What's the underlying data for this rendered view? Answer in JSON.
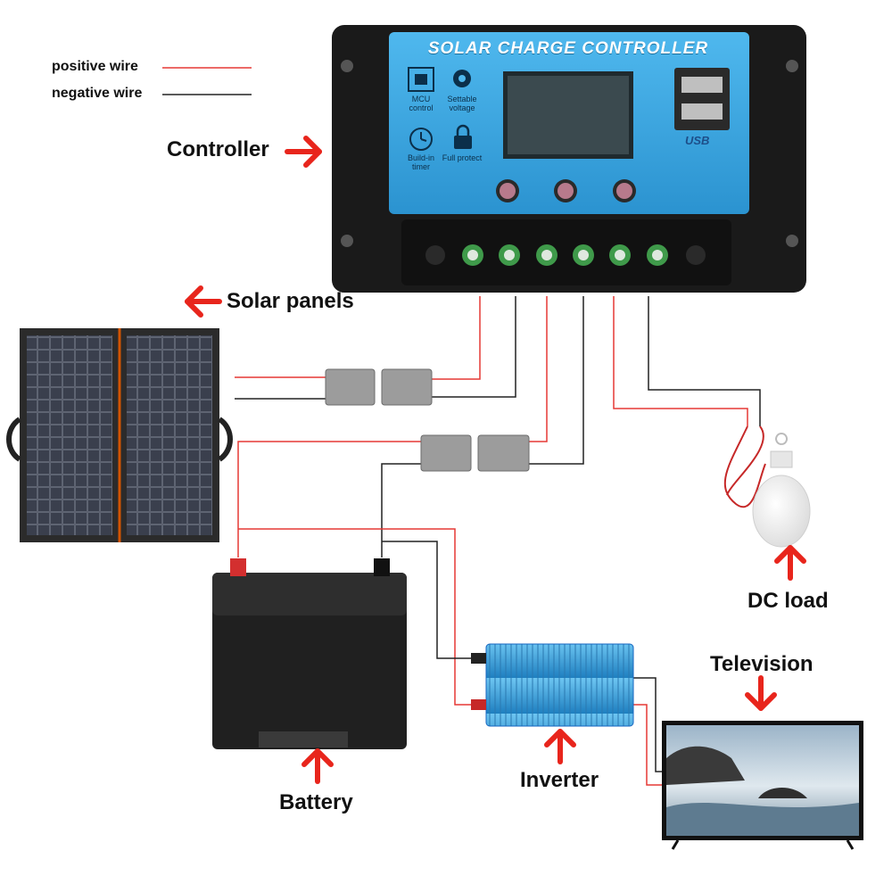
{
  "legend": {
    "positive_label": "positive wire",
    "negative_label": "negative wire",
    "positive_color": "#e53935",
    "negative_color": "#222222"
  },
  "controller": {
    "label": "Controller",
    "title": "SOLAR CHARGE CONTROLLER",
    "features": [
      {
        "icon": "chip-icon",
        "text": "MCU control"
      },
      {
        "icon": "gear-icon",
        "text": "Settable voltage"
      },
      {
        "icon": "clock-icon",
        "text": "Build-in timer"
      },
      {
        "icon": "lock-icon",
        "text": "Full protect"
      }
    ],
    "usb_label": "USB",
    "panel_color": "#37a6e0",
    "body_color": "#1a1a1a"
  },
  "components": {
    "solar_panels": "Solar panels",
    "dc_load": "DC load",
    "television": "Television",
    "battery": "Battery",
    "inverter": "Inverter"
  },
  "accent_color": "#e8251c"
}
